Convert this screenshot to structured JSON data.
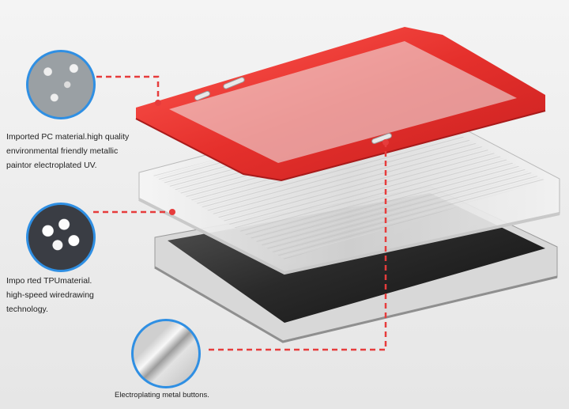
{
  "callouts": [
    {
      "text": "Imported PC material.high quality\nenvironmental friendly metallic\npaintor electroplated UV."
    },
    {
      "text": "Impo rted TPUmaterial.\nhigh-speed wiredrawing\ntechnology."
    },
    {
      "text": "Electroplating metal buttons."
    }
  ],
  "colors": {
    "accent_red": "#e63c3c",
    "badge_border": "#2f8fe3"
  }
}
